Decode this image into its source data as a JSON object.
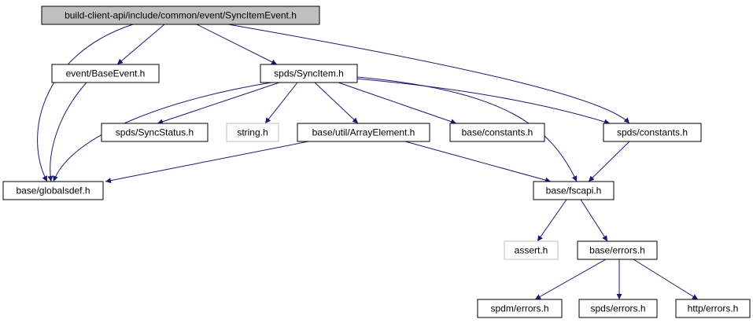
{
  "title": "build-client-api/include/common/event/SyncItemEvent.h",
  "colors": {
    "edge": "#191970",
    "node_border": "#000000",
    "root_fill": "#bfbfbf",
    "missing_border": "#bfbfbf",
    "background": "#ffffff",
    "text": "#000000"
  },
  "nodes": [
    {
      "id": "root",
      "label": "build-client-api/include/common/event/SyncItemEvent.h",
      "kind": "root"
    },
    {
      "id": "baseevent",
      "label": "event/BaseEvent.h",
      "kind": "file"
    },
    {
      "id": "syncitem",
      "label": "spds/SyncItem.h",
      "kind": "file"
    },
    {
      "id": "syncstatus",
      "label": "spds/SyncStatus.h",
      "kind": "file"
    },
    {
      "id": "string",
      "label": "string.h",
      "kind": "missing"
    },
    {
      "id": "arrayelement",
      "label": "base/util/ArrayElement.h",
      "kind": "file"
    },
    {
      "id": "baseconstants",
      "label": "base/constants.h",
      "kind": "file"
    },
    {
      "id": "spdsconstants",
      "label": "spds/constants.h",
      "kind": "file"
    },
    {
      "id": "globalsdef",
      "label": "base/globalsdef.h",
      "kind": "file"
    },
    {
      "id": "fscapi",
      "label": "base/fscapi.h",
      "kind": "file"
    },
    {
      "id": "assert",
      "label": "assert.h",
      "kind": "missing"
    },
    {
      "id": "baseerrors",
      "label": "base/errors.h",
      "kind": "file"
    },
    {
      "id": "spdmerrors",
      "label": "spdm/errors.h",
      "kind": "file"
    },
    {
      "id": "spdserrors",
      "label": "spds/errors.h",
      "kind": "file"
    },
    {
      "id": "httperrors",
      "label": "http/errors.h",
      "kind": "file"
    }
  ],
  "edges": [
    {
      "from": "root",
      "to": "baseevent"
    },
    {
      "from": "root",
      "to": "syncitem"
    },
    {
      "from": "root",
      "to": "globalsdef"
    },
    {
      "from": "root",
      "to": "spdsconstants"
    },
    {
      "from": "baseevent",
      "to": "globalsdef"
    },
    {
      "from": "syncitem",
      "to": "globalsdef"
    },
    {
      "from": "syncitem",
      "to": "syncstatus"
    },
    {
      "from": "syncitem",
      "to": "string"
    },
    {
      "from": "syncitem",
      "to": "arrayelement"
    },
    {
      "from": "syncitem",
      "to": "baseconstants"
    },
    {
      "from": "syncitem",
      "to": "spdsconstants"
    },
    {
      "from": "syncitem",
      "to": "fscapi"
    },
    {
      "from": "arrayelement",
      "to": "globalsdef"
    },
    {
      "from": "arrayelement",
      "to": "fscapi"
    },
    {
      "from": "spdsconstants",
      "to": "fscapi"
    },
    {
      "from": "fscapi",
      "to": "assert"
    },
    {
      "from": "fscapi",
      "to": "baseerrors"
    },
    {
      "from": "baseerrors",
      "to": "spdmerrors"
    },
    {
      "from": "baseerrors",
      "to": "spdserrors"
    },
    {
      "from": "baseerrors",
      "to": "httperrors"
    }
  ]
}
